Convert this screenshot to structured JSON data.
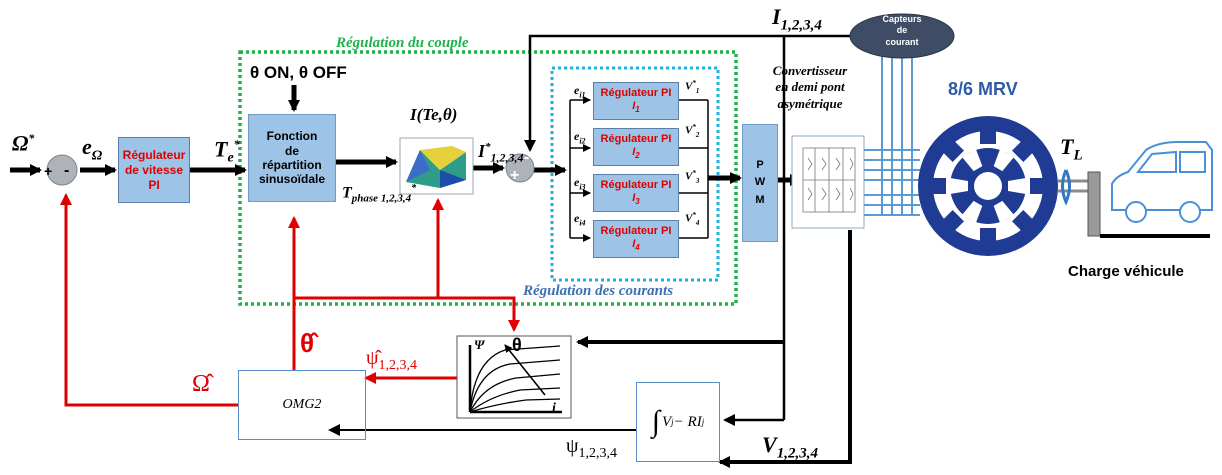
{
  "titles": {
    "couple": "Régulation du couple",
    "courants": "Régulation des courants"
  },
  "blocks": {
    "reg_vitesse": [
      "Régulateur",
      "de vitesse",
      "PI"
    ],
    "fonction": [
      "Fonction",
      "de",
      "répartition",
      "sinusoïdale"
    ],
    "capteurs": [
      "Capteurs",
      "de",
      "courant"
    ],
    "convertisseur": [
      "Convertisseur",
      "en demi pont",
      "asymétrique"
    ],
    "pwm": [
      "P",
      "W",
      "M"
    ],
    "omg": "OMG2",
    "reg_pi": [
      {
        "name": "Régulateur PI",
        "sub": "I",
        "idx": "1"
      },
      {
        "name": "Régulateur PI",
        "sub": "I",
        "idx": "2"
      },
      {
        "name": "Régulateur PI",
        "sub": "I",
        "idx": "3"
      },
      {
        "name": "Régulateur PI",
        "sub": "I",
        "idx": "4"
      }
    ],
    "integral": "V",
    "integral_rest": " − RI"
  },
  "labels": {
    "omega_ref": "Ω",
    "e_omega": "e",
    "e_omega_sub": "Ω",
    "te_ref": "T",
    "te_ref_sub": "e",
    "theta_on_off": "θ ON, θ OFF",
    "t_phase": "T",
    "t_phase_sub": "phase",
    "t_phase_idx": "1,2,3,4",
    "i_te_theta": "I(Te,θ)",
    "i_ref": "I",
    "i_ref_idx": "1,2,3,4",
    "i_meas": "I",
    "i_meas_idx": "1,2,3,4",
    "errors": [
      "e",
      "e",
      "e",
      "e"
    ],
    "errors_sub": [
      "i1",
      "i2",
      "i3",
      "i4"
    ],
    "v_refs": [
      "V",
      "V",
      "V",
      "V"
    ],
    "v_refs_idx": [
      "1",
      "2",
      "3",
      "4"
    ],
    "mrv": "8/6 MRV",
    "tl": "T",
    "tl_sub": "L",
    "charge": "Charge véhicule",
    "theta_hat": "θ̂",
    "psi_hat": "ψ̂",
    "psi_hat_idx": "1,2,3,4",
    "omega_hat": "Ω̂",
    "psi": "ψ",
    "psi_idx": "1,2,3,4",
    "v_meas": "V",
    "v_meas_idx": "1,2,3,4",
    "plus": "+",
    "minus": "-",
    "graph_psi": "Ψ",
    "graph_theta": "θ",
    "graph_i": "i"
  },
  "colors": {
    "red": "#e00000",
    "block_blue": "#9dc3e6",
    "green_dots": "#1db34a",
    "cyan_dots": "#1eb0e8",
    "motor_blue": "#1f3b93",
    "title_blue": "#3d6fb0"
  }
}
